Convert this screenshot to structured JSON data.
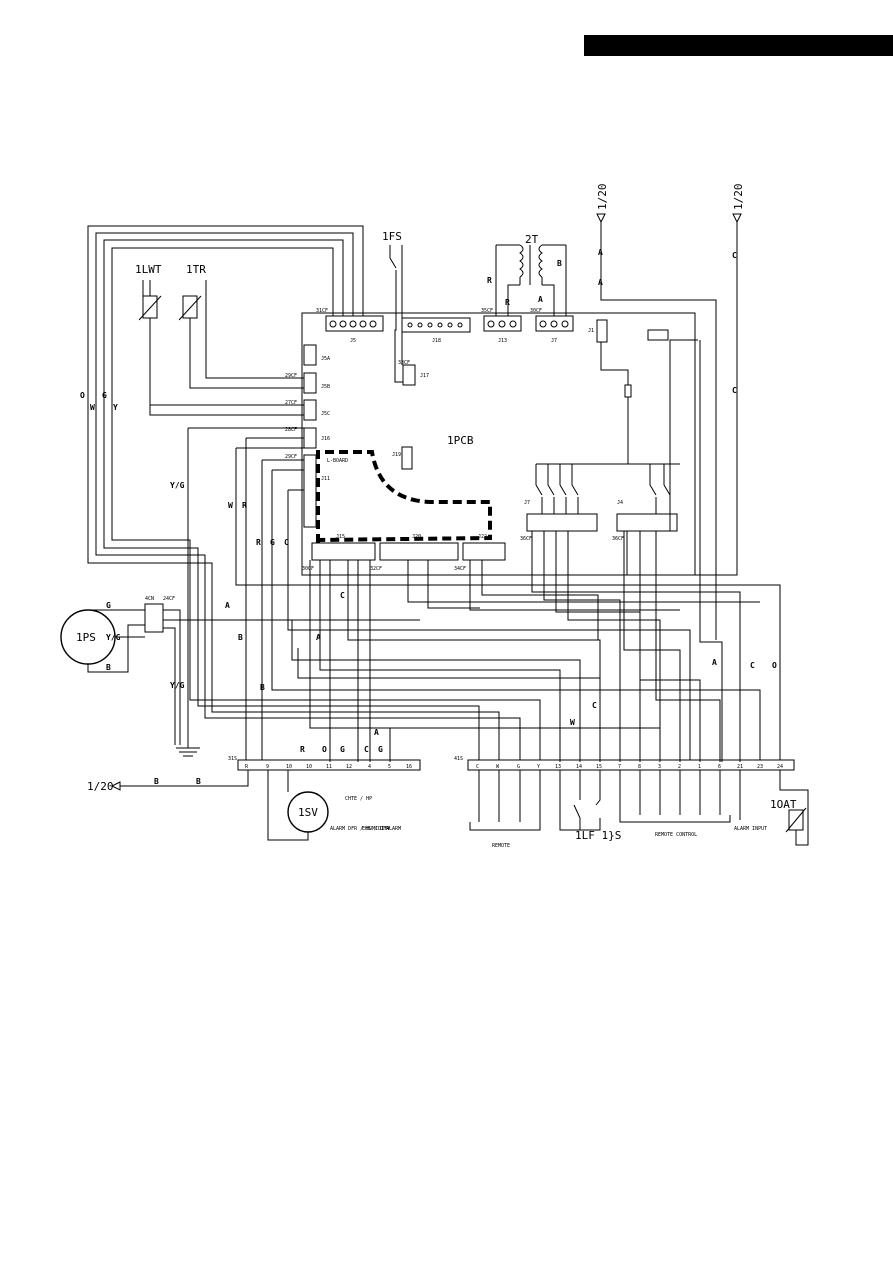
{
  "components": {
    "pcb": "1PCB",
    "l_board": "L-BOARD",
    "lwt": "1LWT",
    "tr": "1TR",
    "fs": "1FS",
    "transformer": "2T",
    "ps": "1PS",
    "sv": "1SV",
    "oat": "1OAT",
    "lf": "1LF 1}S",
    "cn": "4CN"
  },
  "refs": {
    "top_left": "1/20",
    "top_right": "1/20",
    "bottom_left": "1/20"
  },
  "connectors": {
    "cf31": "31CF",
    "cf33": "33CF",
    "cf35": "35CF",
    "cf30": "30CF",
    "cf29a": "29CF",
    "cf27": "27CF",
    "cf28": "28CF",
    "cf29b": "29CF",
    "cf36a": "36CF",
    "cf36b": "36CF",
    "cf32": "32CF",
    "cf34": "34CF",
    "cf24": "24CF",
    "j5": "J5",
    "j18": "J18",
    "j13": "J13",
    "j7top": "J7",
    "j1": "J1",
    "j5a": "J5A",
    "j5b": "J5B",
    "j5c": "J5C",
    "j17": "J17",
    "j16": "J16",
    "j15": "J15",
    "j11": "J11",
    "j19": "J19",
    "j20": "J20",
    "j22": "J22",
    "j7": "J7",
    "j4": "J4"
  },
  "wires": {
    "o": "O",
    "w": "W",
    "g": "G",
    "y": "Y",
    "yg1": "Y/G",
    "yg2": "Y/G",
    "yg3": "Y/G",
    "r_left": "R",
    "g_left": "G",
    "c_left": "C",
    "w_left": "W",
    "r_left2": "R",
    "b1": "B",
    "b2": "B",
    "b3": "B",
    "b4": "B",
    "bb": "B",
    "a1": "A",
    "a2": "A",
    "a3": "A",
    "a4": "A",
    "a5": "A",
    "a6": "A",
    "c1": "C",
    "c2": "C",
    "c3": "C",
    "c4": "C",
    "c5": "C",
    "c6": "C",
    "g_ps": "G",
    "w_bot": "W",
    "r_top": "R",
    "b_top": "B",
    "r_tr": "R",
    "a_tr": "A",
    "r_bot": "R",
    "o_bot": "O",
    "g_bot": "G",
    "c_bot": "C",
    "g_bot2": "G",
    "o_right": "O"
  },
  "terminals": {
    "t31_label": "31S",
    "t31": [
      "R",
      "9",
      "10",
      "10",
      "11",
      "12",
      "4",
      "5",
      "16"
    ],
    "t41_label": "41S",
    "t41": [
      "C",
      "W",
      "G",
      "Y",
      "13",
      "14",
      "15",
      "7",
      "8",
      "3",
      "2",
      "1",
      "6",
      "21",
      "23",
      "24"
    ]
  },
  "bottom_labels": {
    "alarm_dfr_humidity": "ALARM DFR / HUMIDITY",
    "chte_hp": "CHTE / HP",
    "ehs_dfr": "EHS / DFR",
    "alarm": "ALARM",
    "remote": "REMOTE",
    "remote_control": "REMOTE CONTROL",
    "alarm_input": "ALARM INPUT"
  }
}
